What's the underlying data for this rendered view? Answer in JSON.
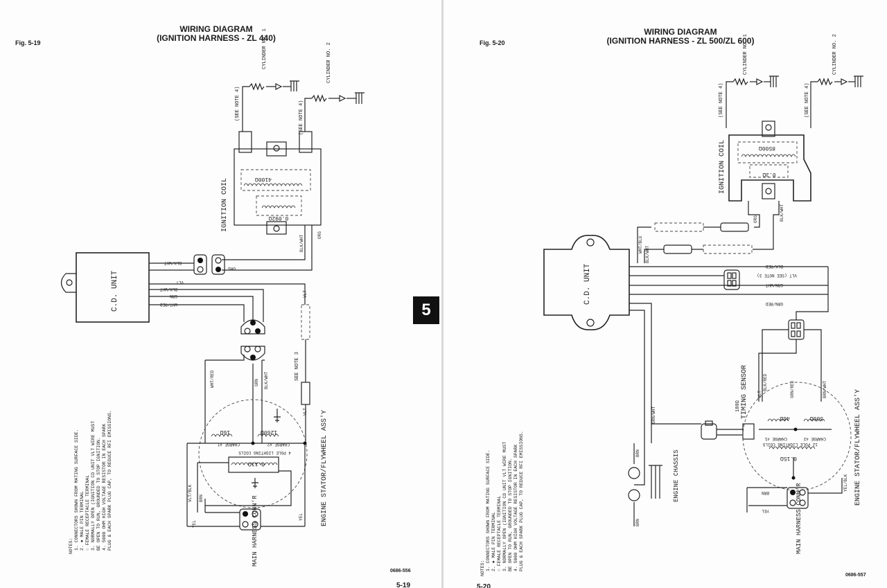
{
  "left_page": {
    "figure_label": "Fig. 5-19",
    "title_line1": "WIRING DIAGRAM",
    "title_line2": "(IGNITION HARNESS - ZL 440)",
    "page_number": "5-19",
    "drawing_code": "0686-556",
    "labels": {
      "cylinder_1": "CYLINDER NO. 1",
      "cylinder_2": "CYLINDER NO. 2",
      "see_note_4": "(SEE NOTE 4)",
      "ignition_coil": "IGNITION COIL",
      "coil_primary": "0.092Ω",
      "coil_secondary": "4100Ω",
      "cd_unit": "C.D. UNIT",
      "blk_wht": "BLK/WHT",
      "org": "ORG",
      "vlt": "VLT",
      "grn": "GRN",
      "wht_red": "WHT/RED",
      "see_note_3": "SEE NOTE 3",
      "charge_1": "CHARGE #1",
      "charge_2": "CHARGE #2",
      "charge_1_ohm": "16Ω",
      "charge_2_ohm": "1260Ω",
      "lighting_coils": "4 POLE LIGHTING COILS",
      "lighting_ohm": "0.11Ω",
      "vlt_blk": "VLT/BLK",
      "yel": "YEL",
      "brn": "BRN",
      "stator": "ENGINE STATOR/FLYWHEEL ASS'Y",
      "main_harness": "MAIN HARNESS CONN'R"
    },
    "notes": [
      "NOTES:",
      "1. CONNECTORS SHOWN FROM MATING SURFACE SIDE.",
      "2. ● MALE PIN TERMINAL",
      "   ○ FEMALE RECEPTACLE TERMINAL",
      "3. NORMALLY OPEN (IGNITION CD UNIT VLT WIRE MUST",
      "   BE OPEN TO RUN, GROUNDED TO STOP IGNITION.",
      "4. 5000 OHM HIGH VOLTAGE RESISTOR IN EACH SPARK",
      "   PLUG & EACH SPARK PLUG CAP, TO REDUCE RFI EMISSIONS."
    ]
  },
  "section_tab": "5",
  "right_page": {
    "figure_label": "Fig. 5-20",
    "title_line1": "WIRING DIAGRAM",
    "title_line2": "(IGNITION HARNESS - ZL 500/ZL 600)",
    "page_number": "5-20",
    "drawing_code": "0686-557",
    "labels": {
      "cylinder_1": "CYLINDER NO. 1",
      "cylinder_2": "CYLINDER NO. 2",
      "see_note_4": "(SEE NOTE 4)",
      "ignition_coil": "IGNITION COIL",
      "coil_primary": "0.3Ω",
      "coil_secondary": "8500Ω",
      "cd_unit": "C.D. UNIT",
      "wht_blu": "WHT/BLU",
      "blk_wht": "BLK/WHT",
      "org": "ORG",
      "blk_red": "BLK/RED",
      "vlt_note": "VLT (SEE NOTE 3)",
      "grn_wht": "GRN/WHT",
      "grn_red": "GRN/RED",
      "brn_wht": "BRN/WHT",
      "blk_red_2": "BLK/RED",
      "vlt": "VLT",
      "timing_sensor": "TIMING SENSOR",
      "timing_ohm": "180Ω",
      "charge_1": "CHARGE #1",
      "charge_2": "CHARGE #2",
      "charge_1_ohm": "46Ω",
      "charge_2_ohm": "500Ω",
      "lighting_coils": "12 POLE LIGHTING COILS",
      "lighting_ohm": "0.15Ω",
      "engine_chassis": "ENGINE CHASSIS",
      "brn": "BRN",
      "yel": "YEL",
      "yel_blk": "YEL/BLK",
      "stator": "ENGINE STATOR/FLYWHEEL ASS'Y",
      "main_harness": "MAIN HARNESS CONN'R"
    },
    "notes": [
      "NOTES:",
      "1. CONNECTORS SHOWN FROM MATING SURFACE SIDE.",
      "2. ● MALE PIN TERMINAL",
      "   ○ FEMALE RECEPTACLE TERMINAL",
      "3. NORMALLY OPEN (IGNITION CD UNIT VLT WIRE MUST",
      "   BE OPEN TO RUN, GROUNDED TO STOP IGNITION.",
      "4. 5000 OHM HIGH VOLTAGE RESISTOR IN EACH SPARK",
      "   PLUG & EACH SPARK PLUG CAP, TO REDUCE RFI EMISSIONS."
    ]
  }
}
